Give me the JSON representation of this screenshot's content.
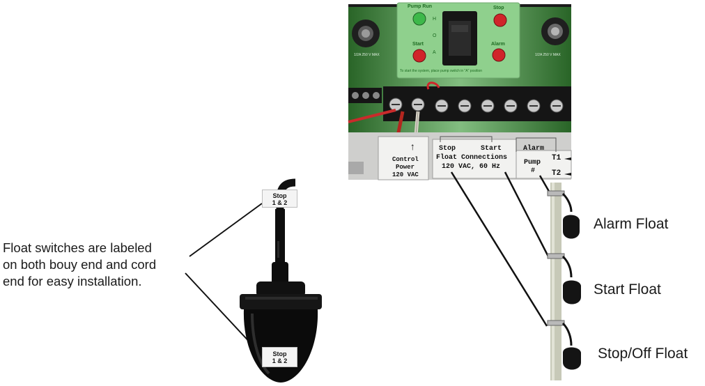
{
  "caption": {
    "line1": "Float switches are labeled",
    "line2": "on both bouy end and cord",
    "line3": "end for easy installation."
  },
  "cord_tag": {
    "line1": "Stop",
    "line2": "1 & 2"
  },
  "float_tag": {
    "line1": "Stop",
    "line2": "1 & 2"
  },
  "floats": {
    "alarm": "Alarm Float",
    "start": "Start Float",
    "stop": "Stop/Off Float"
  },
  "panel": {
    "pump_run": "Pump Run",
    "stop_led": "Stop",
    "start_led": "Start",
    "alarm_led": "Alarm",
    "switch_h": "H",
    "switch_o": "O",
    "switch_a": "A",
    "note": "To start the system, place pump switch in \"A\" position",
    "fuse_left": "1/2A 250 V MAX",
    "fuse_right": "1/2A 250 V MAX",
    "bottom_label": {
      "arrow": "↑",
      "control": "Control",
      "power": "Power",
      "voltage": "120 VAC",
      "stop": "Stop",
      "start": "Start",
      "alarm": "Alarm",
      "float_connections": "Float Connections",
      "rating": "120 VAC, 60 Hz",
      "pump": "Pump",
      "pump_num": "#",
      "t1": "T1",
      "t2": "T2"
    }
  },
  "colors": {
    "board_green": "#3f9a3c",
    "overlay_green": "#8fd08d",
    "led_red": "#d0242a",
    "led_green": "#3db84a",
    "terminal_black": "#151515",
    "pole": "#c7c9b8",
    "float_black": "#141414"
  }
}
